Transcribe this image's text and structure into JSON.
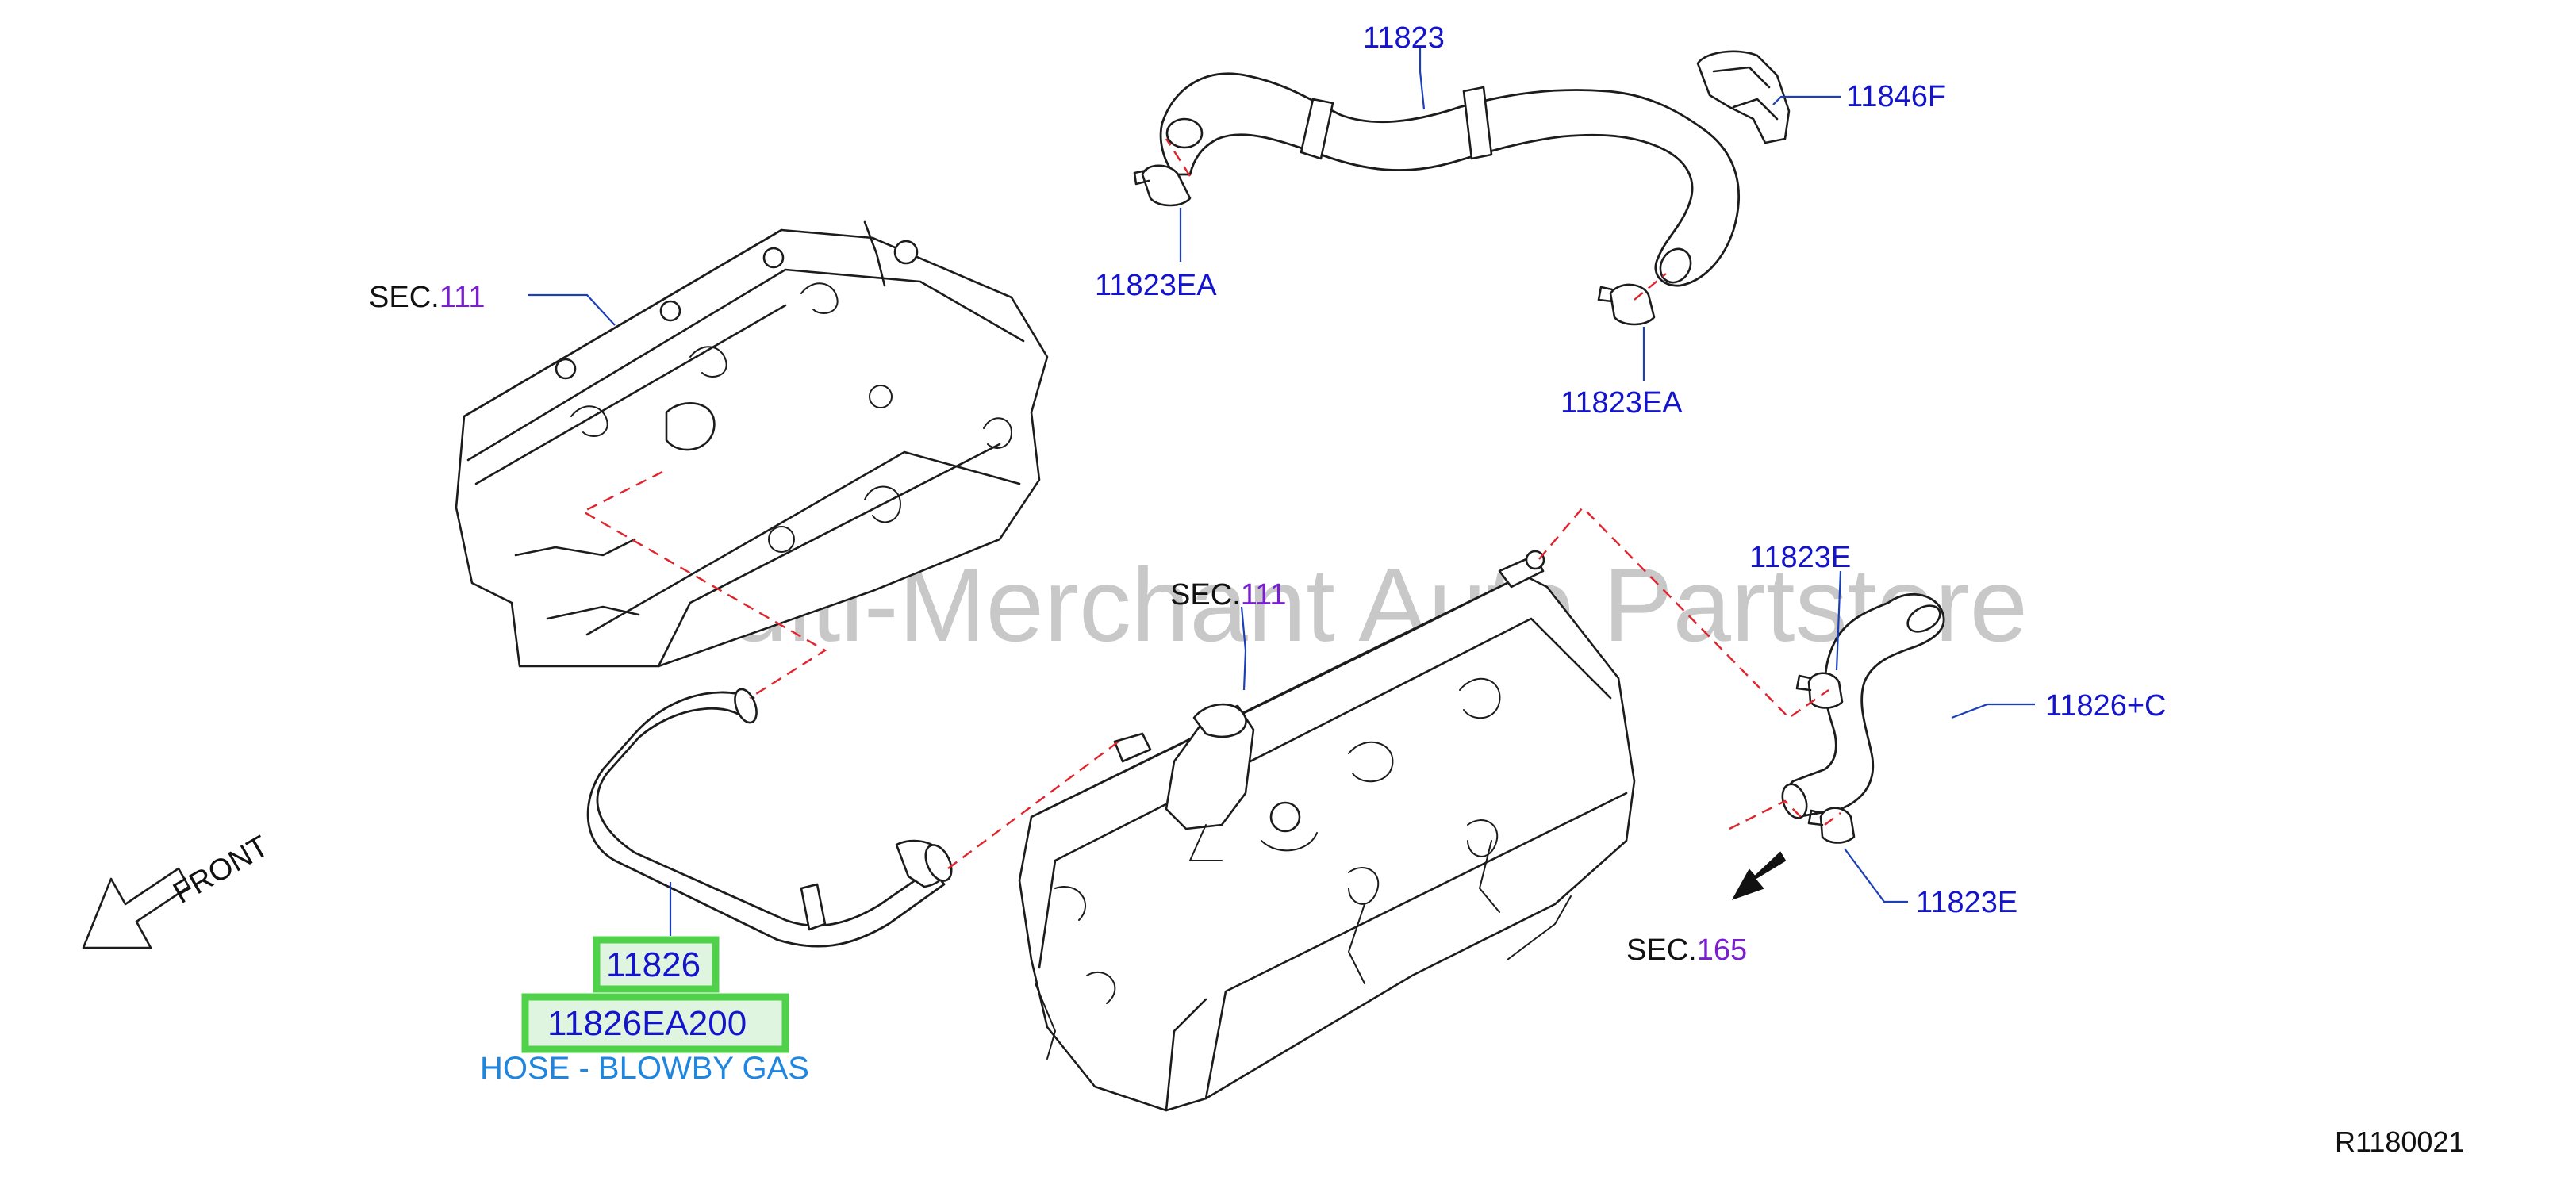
{
  "watermark": "Multi-Merchant Auto Partstore",
  "reference_code": "R1180021",
  "front_label": "FRONT",
  "sections": [
    {
      "prefix": "SEC.",
      "number": "111"
    },
    {
      "prefix": "SEC.",
      "number": "111"
    },
    {
      "prefix": "SEC.",
      "number": "165"
    }
  ],
  "callouts": {
    "hose_top": "11823",
    "clip_top_right": "11846F",
    "clamp_top_left": "11823EA",
    "clamp_top_mid": "11823EA",
    "clamp_right_upper": "11823E",
    "hose_right": "11826+C",
    "clamp_right_lower": "11823E"
  },
  "highlighted_part": {
    "number": "11826",
    "part_code": "11826EA200",
    "description": "HOSE - BLOWBY GAS"
  },
  "colors": {
    "callout_text": "#1414cc",
    "section_number": "#7a1fd0",
    "highlight_border": "#4fd14a",
    "description_text": "#1f86e0",
    "dashed_lines": "#e0242d"
  }
}
